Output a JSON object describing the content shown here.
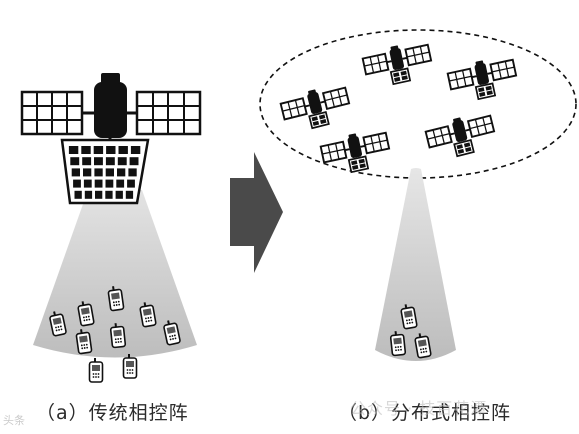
{
  "captions": {
    "traditional": "（a）传统相控阵",
    "distributed": "（b）分布式相控阵"
  },
  "watermarks": {
    "left": "头条",
    "right": "公众号 · 技百花潭"
  },
  "panel_a": {
    "phone_count": 9
  },
  "panel_b": {
    "satellite_count": 5,
    "phone_count": 3
  },
  "colors": {
    "beam": "#c8c8c8",
    "arrow": "#4a4a4a",
    "outline": "#222222",
    "body": "#111111",
    "panel_fill": "#ffffff"
  },
  "icons": [
    "satellite-icon",
    "mobile-phone-icon",
    "arrow-right-icon"
  ]
}
